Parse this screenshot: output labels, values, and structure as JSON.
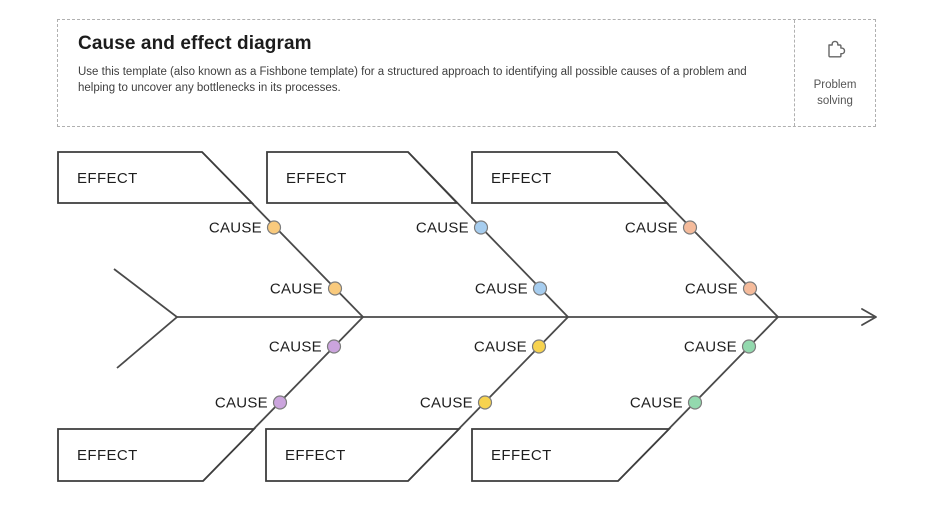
{
  "header": {
    "title": "Cause and effect diagram",
    "description": "Use this template (also known as a Fishbone template) for a structured approach to identifying all possible causes of a problem and helping to uncover any bottlenecks in its processes.",
    "category": {
      "icon": "puzzle-icon",
      "label": "Problem solving"
    }
  },
  "diagram": {
    "effect_label": "EFFECT",
    "cause_label": "CAUSE",
    "colors": {
      "top_bone_1_dots": "#F9CA7D",
      "top_bone_2_dots": "#A6CDEF",
      "top_bone_3_dots": "#F5BB9B",
      "bottom_bone_1_dots": "#CBA4DD",
      "bottom_bone_2_dots": "#F7D34F",
      "bottom_bone_3_dots": "#93D9AE",
      "line": "#4a4a4a",
      "box_border": "#3d3d3d",
      "dot_border": "#7d7d7d"
    }
  }
}
